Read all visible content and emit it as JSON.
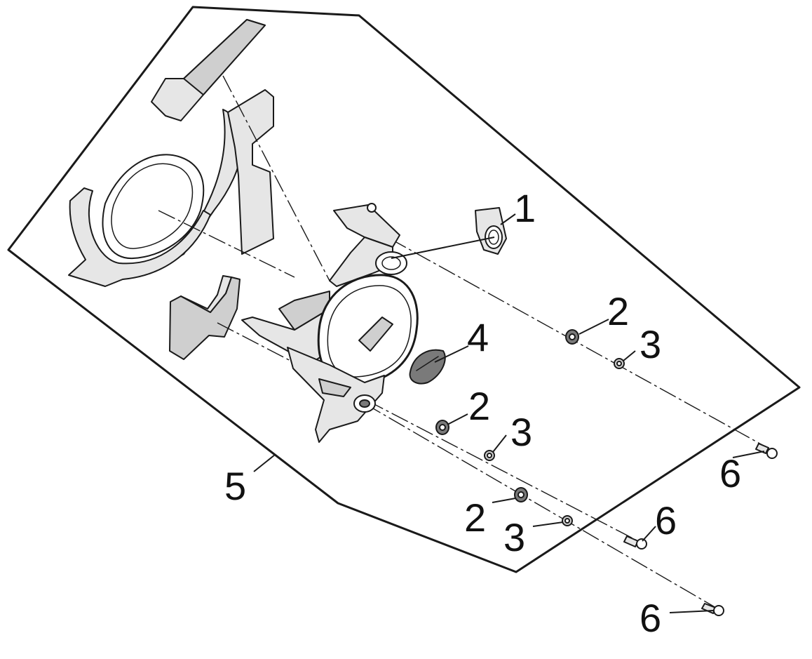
{
  "callouts": {
    "c1": "1",
    "c2a": "2",
    "c2b": "2",
    "c2c": "2",
    "c3a": "3",
    "c3b": "3",
    "c3c": "3",
    "c4": "4",
    "c5": "5",
    "c6a": "6",
    "c6b": "6",
    "c6c": "6"
  }
}
